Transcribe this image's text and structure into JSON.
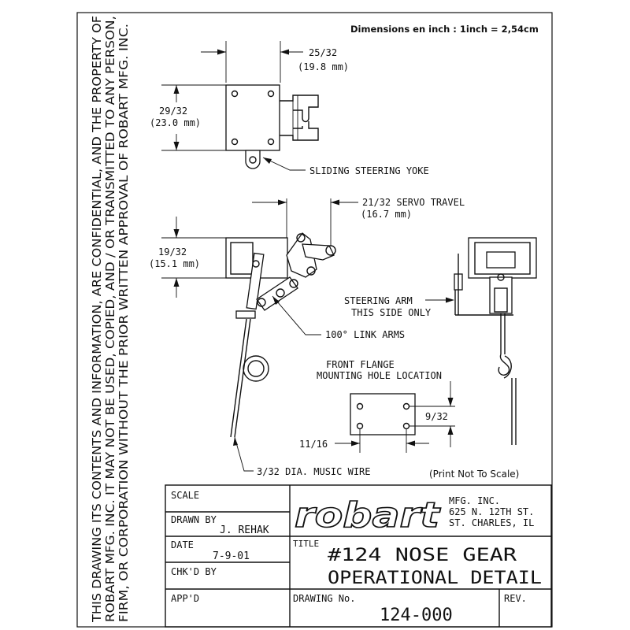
{
  "side_notice": {
    "line1": "THIS DRAWING ITS CONTENTS AND INFORMATION, ARE CONFIDENTIAL, AND THE PROPERTY OF",
    "line2": "ROBART MFG. INC. IT MAY NOT BE USED, COPIED, AND / OR TRANSMITTED TO ANY PERSON,",
    "line3": "FIRM, OR CORPORATION WITHOUT THE PRIOR WRITTEN APPROVAL OF ROBART MFG. INC."
  },
  "header_note": "Dimensions en inch : 1inch = 2,54cm",
  "scale_note": "(Print Not To Scale)",
  "dimensions": {
    "top_width": "25/32",
    "top_width_mm": "(19.8 mm)",
    "top_height": "29/32",
    "top_height_mm": "(23.0 mm)",
    "servo_travel": "21/32 SERVO TRAVEL",
    "servo_travel_mm": "(16.7 mm)",
    "mid_height": "19/32",
    "mid_height_mm": "(15.1 mm)",
    "flange_vertical": "9/32",
    "flange_horizontal": "11/16"
  },
  "callouts": {
    "yoke": "SLIDING STEERING YOKE",
    "link_arms": "100° LINK ARMS",
    "steering_arm_1": "STEERING ARM",
    "steering_arm_2": "THIS SIDE ONLY",
    "flange_1": "FRONT FLANGE",
    "flange_2": "MOUNTING HOLE LOCATION",
    "wire": "3/32 DIA. MUSIC WIRE"
  },
  "title_block": {
    "scale_label": "SCALE",
    "drawn_by_label": "DRAWN BY",
    "drawn_by_value": "J. REHAK",
    "date_label": "DATE",
    "date_value": "7-9-01",
    "chkd_label": "CHK'D BY",
    "appd_label": "APP'D",
    "logo_text": "robart",
    "company_1": "MFG. INC.",
    "company_2": "625 N. 12TH ST.",
    "company_3": "ST. CHARLES, IL",
    "title_label": "TITLE",
    "title_line1": "#124 NOSE GEAR",
    "title_line2": "OPERATIONAL DETAIL",
    "drawing_no_label": "DRAWING No.",
    "drawing_no_value": "124-000",
    "rev_label": "REV."
  }
}
